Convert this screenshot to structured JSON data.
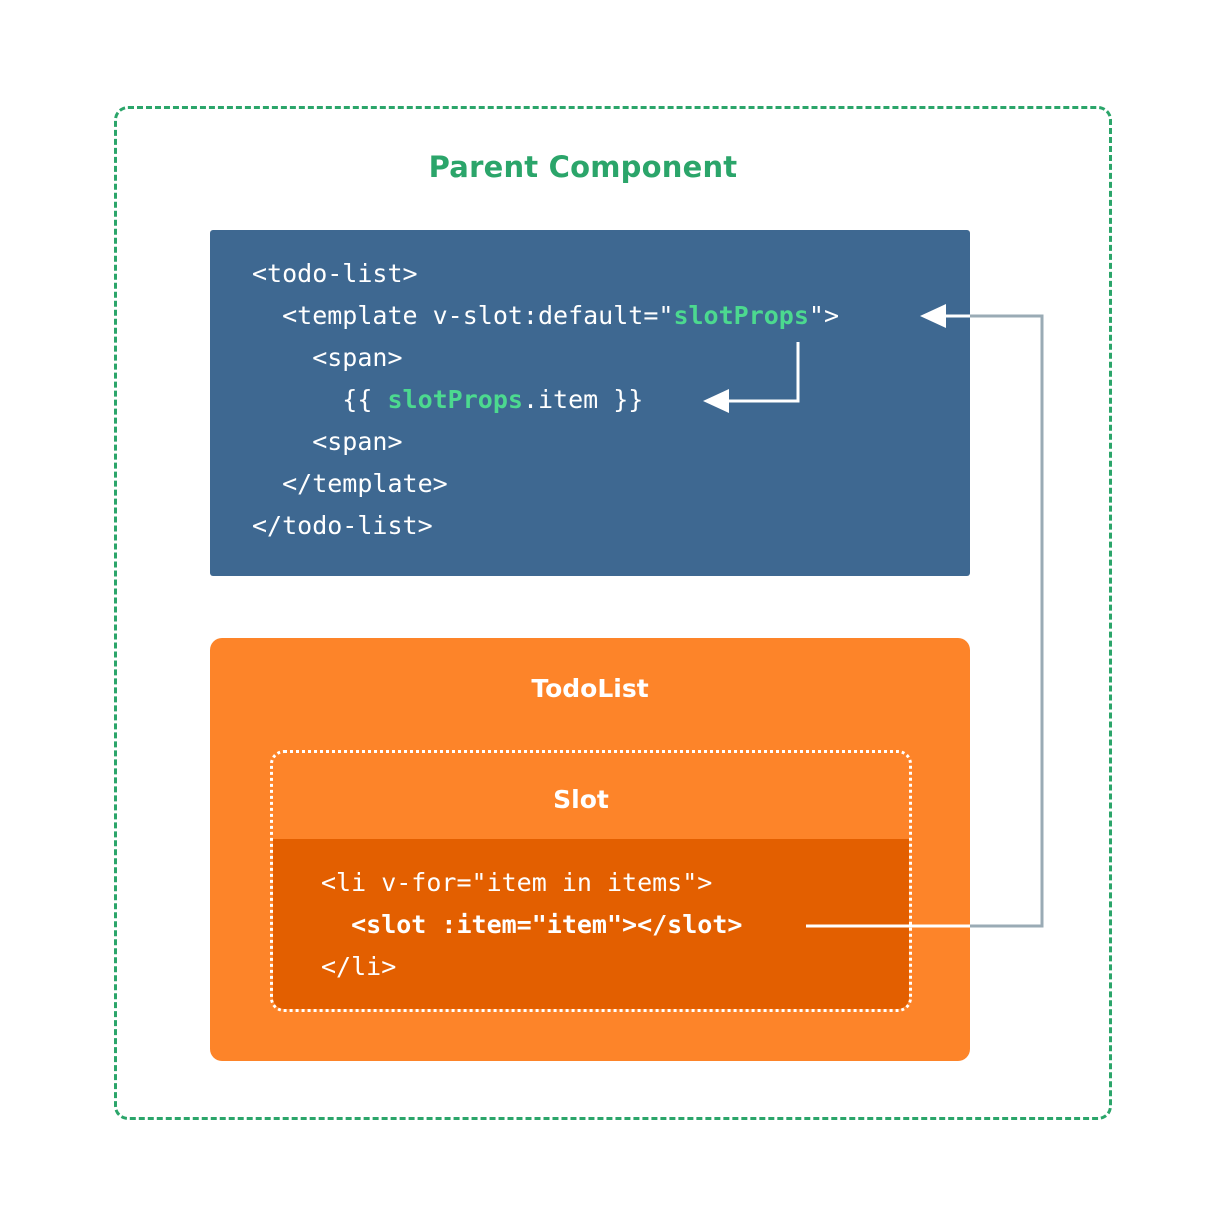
{
  "colors": {
    "parent_green": "#2ba56a",
    "code_panel_blue": "#3e6891",
    "highlight_green": "#4cd98f",
    "todo_orange": "#fd8429",
    "slot_dark_orange": "#e35f00",
    "connector_gray": "#9aabb5",
    "arrow_white": "#ffffff"
  },
  "parent": {
    "title": "Parent Component"
  },
  "parent_code": {
    "line1": "<todo-list>",
    "line2_pre": "  <template v-slot:default=\"",
    "line2_hl": "slotProps",
    "line2_post": "\">",
    "line3": "    <span>",
    "line4_pre": "      {{ ",
    "line4_hl": "slotProps",
    "line4_post": ".item }}",
    "line5": "    <span>",
    "line6": "  </template>",
    "line7": "</todo-list>"
  },
  "todolist": {
    "title": "TodoList"
  },
  "slot": {
    "title": "Slot",
    "line1": "<li v-for=\"item in items\">",
    "line2": "  <slot :item=\"item\"></slot>",
    "line3": "</li>"
  }
}
